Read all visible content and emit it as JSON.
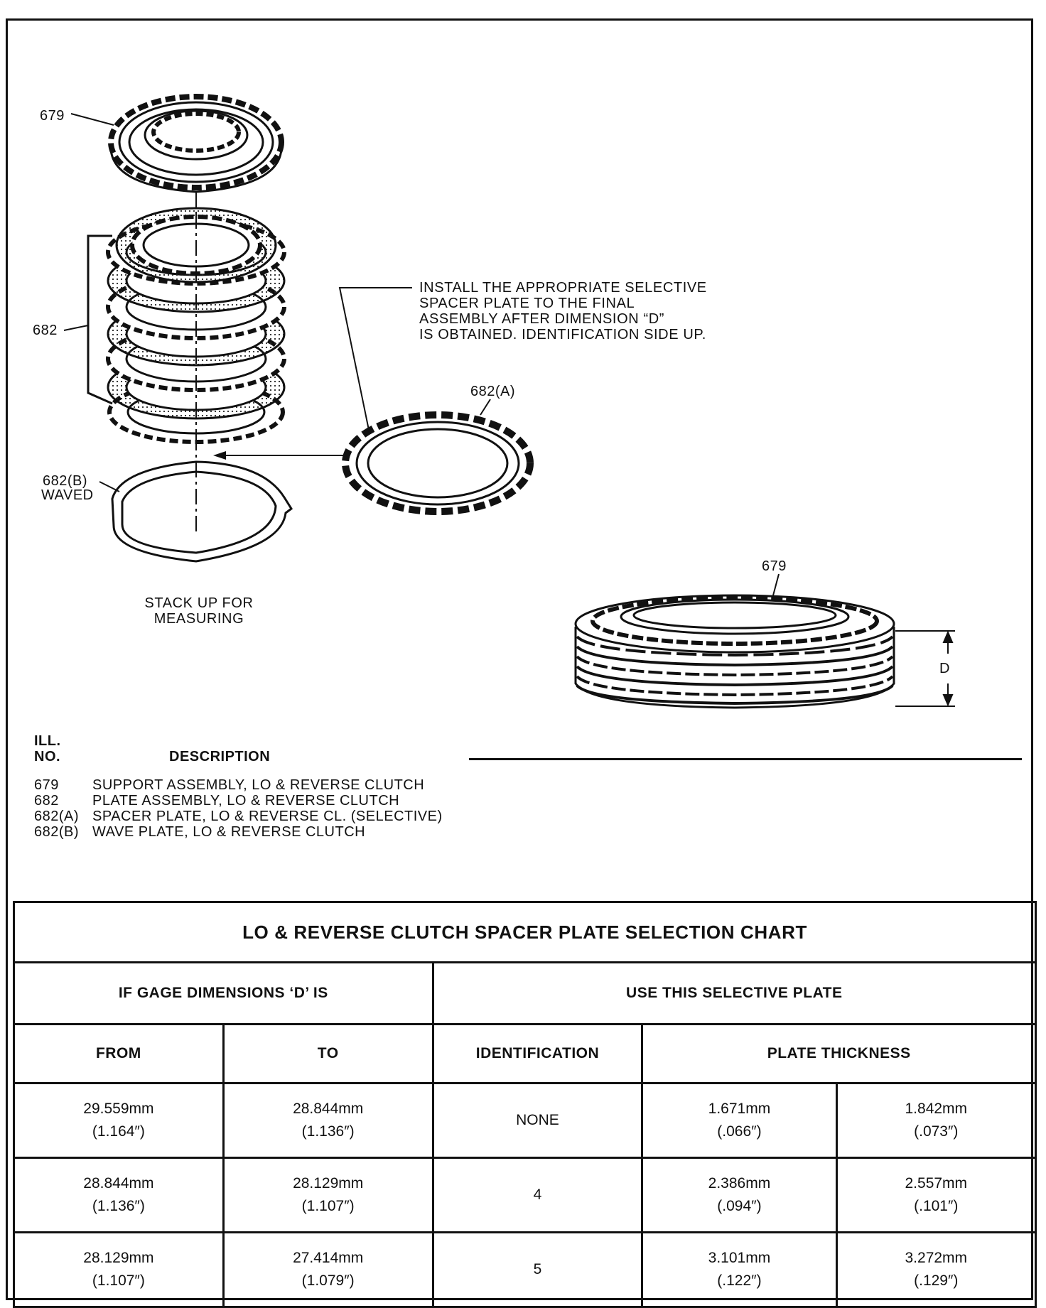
{
  "callouts": {
    "c679_top": "679",
    "c682": "682",
    "c682a": "682(A)",
    "c682b_1": "682(B)",
    "c682b_2": "WAVED",
    "c679_right": "679",
    "dim_d": "D"
  },
  "instruction_lines": [
    "INSTALL THE APPROPRIATE SELECTIVE",
    "SPACER PLATE TO THE FINAL",
    "ASSEMBLY AFTER DIMENSION “D”",
    "IS OBTAINED. IDENTIFICATION SIDE UP."
  ],
  "stack_caption": [
    "STACK UP FOR",
    "MEASURING"
  ],
  "legend": {
    "header_no": [
      "ILL.",
      "NO."
    ],
    "header_desc": "DESCRIPTION",
    "items": [
      {
        "no": "679",
        "desc": "SUPPORT ASSEMBLY, LO & REVERSE CLUTCH"
      },
      {
        "no": "682",
        "desc": "PLATE ASSEMBLY, LO & REVERSE CLUTCH"
      },
      {
        "no": "682(A)",
        "desc": "SPACER PLATE, LO & REVERSE CL. (SELECTIVE)"
      },
      {
        "no": "682(B)",
        "desc": "WAVE PLATE, LO & REVERSE CLUTCH"
      }
    ]
  },
  "chart": {
    "title": "LO & REVERSE CLUTCH SPACER PLATE SELECTION CHART",
    "group_left": "IF GAGE DIMENSIONS ‘D’ IS",
    "group_right": "USE THIS SELECTIVE PLATE",
    "col_from": "FROM",
    "col_to": "TO",
    "col_id": "IDENTIFICATION",
    "col_thickness": "PLATE THICKNESS",
    "rows": [
      {
        "from_mm": "29.559mm",
        "from_in": "(1.164″)",
        "to_mm": "28.844mm",
        "to_in": "(1.136″)",
        "id": "NONE",
        "t1_mm": "1.671mm",
        "t1_in": "(.066″)",
        "t2_mm": "1.842mm",
        "t2_in": "(.073″)"
      },
      {
        "from_mm": "28.844mm",
        "from_in": "(1.136″)",
        "to_mm": "28.129mm",
        "to_in": "(1.107″)",
        "id": "4",
        "t1_mm": "2.386mm",
        "t1_in": "(.094″)",
        "t2_mm": "2.557mm",
        "t2_in": "(.101″)"
      },
      {
        "from_mm": "28.129mm",
        "from_in": "(1.107″)",
        "to_mm": "27.414mm",
        "to_in": "(1.079″)",
        "id": "5",
        "t1_mm": "3.101mm",
        "t1_in": "(.122″)",
        "t2_mm": "3.272mm",
        "t2_in": "(.129″)"
      }
    ]
  }
}
